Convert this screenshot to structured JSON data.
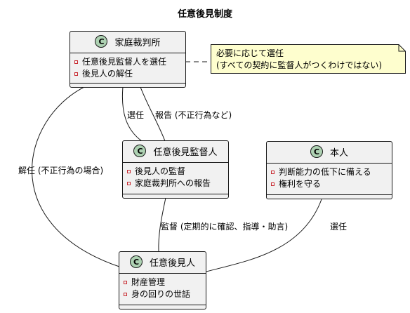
{
  "title": "任意後見制度",
  "classes": {
    "court": {
      "name": "家庭裁判所",
      "badge": "C",
      "attrs": [
        "任意後見監督人を選任",
        "後見人の解任"
      ]
    },
    "supervisor": {
      "name": "任意後見監督人",
      "badge": "C",
      "attrs": [
        "後見人の監督",
        "家庭裁判所への報告"
      ]
    },
    "principal": {
      "name": "本人",
      "badge": "C",
      "attrs": [
        "判断能力の低下に備える",
        "権利を守る"
      ]
    },
    "guardian": {
      "name": "任意後見人",
      "badge": "C",
      "attrs": [
        "財産管理",
        "身の回りの世話"
      ]
    }
  },
  "note": {
    "lines": [
      "必要に応じて選任",
      "(すべての契約に監督人がつくわけではない)"
    ]
  },
  "edges": {
    "court_supervisor_appoint": "選任",
    "supervisor_court_report": "報告 (不正行為など)",
    "court_guardian_dismiss": "解任 (不正行為の場合)",
    "supervisor_guardian_supervise": "監督 (定期的に確認、指導・助言)",
    "principal_guardian_appoint": "選任"
  },
  "colors": {
    "class_bg": "#f1f1f1",
    "badge_bg": "#add1b2",
    "note_bg": "#fefece",
    "border": "#181818",
    "visibility": "#c82930"
  }
}
